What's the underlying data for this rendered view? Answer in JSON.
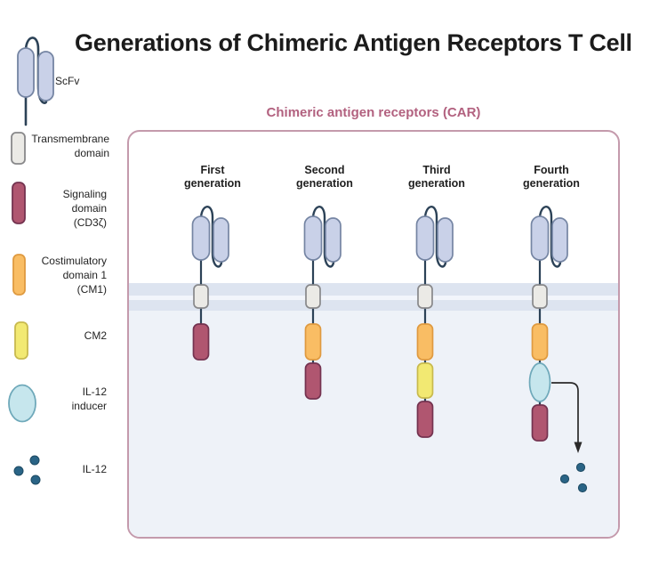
{
  "title": "Generations of Chimeric Antigen Receptors T Cell",
  "legend": {
    "items": [
      {
        "key": "scfv",
        "label": "ScFv"
      },
      {
        "key": "transmembrane",
        "label": "Transmembrane\ndomain"
      },
      {
        "key": "signaling",
        "label": "Signaling\ndomain\n(CD3ζ)"
      },
      {
        "key": "cm1",
        "label": "Costimulatory\ndomain 1\n(CM1)"
      },
      {
        "key": "cm2",
        "label": "CM2"
      },
      {
        "key": "il12_inducer",
        "label": "IL-12\ninducer"
      },
      {
        "key": "il12",
        "label": "IL-12"
      }
    ]
  },
  "panel": {
    "title": "Chimeric antigen receptors (CAR)",
    "generations": [
      {
        "label": "First generation",
        "domains": [
          "transmembrane",
          "signaling"
        ]
      },
      {
        "label": "Second generation",
        "domains": [
          "transmembrane",
          "cm1",
          "signaling"
        ]
      },
      {
        "label": "Third generation",
        "domains": [
          "transmembrane",
          "cm1",
          "cm2",
          "signaling"
        ]
      },
      {
        "label": "Fourth generation",
        "domains": [
          "transmembrane",
          "cm1",
          "il12_inducer",
          "signaling"
        ],
        "secretes_il12": true
      }
    ]
  },
  "colors": {
    "title_text": "#1b1b1b",
    "panel_border": "#c49aac",
    "panel_title_text": "#b2617f",
    "membrane_band": "#dde4f0",
    "membrane_gap": "#f2f5fb",
    "cell_interior": "#eef2f8",
    "linker": "#2c4257",
    "scfv_fill": "#c9d1e8",
    "scfv_stroke": "#7585a3",
    "transmembrane_fill": "#ebeae6",
    "transmembrane_stroke": "#88888a",
    "signaling_fill": "#b05670",
    "signaling_stroke": "#743350",
    "cm1_fill": "#f9bd64",
    "cm1_stroke": "#df9a40",
    "cm2_fill": "#f2e972",
    "cm2_stroke": "#c8ba4e",
    "il12_inducer_fill": "#c6e6ed",
    "il12_inducer_stroke": "#6fa9ba",
    "il12_dot_fill": "#2a6486",
    "il12_dot_stroke": "#1d4a63",
    "arrow": "#2a2a2a"
  }
}
